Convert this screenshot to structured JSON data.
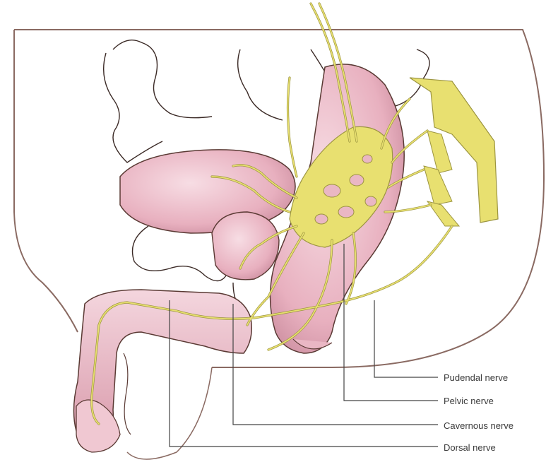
{
  "labels": {
    "pudendal": "Pudendal nerve",
    "pelvic": "Pelvic nerve",
    "cavernous": "Cavernous nerve",
    "dorsal": "Dorsal nerve"
  },
  "colors": {
    "nerve": "#e8e070",
    "nerve_stroke": "#9c9540",
    "organ": "#eab7c4",
    "organ_dark": "#c98a9c",
    "outline": "#5a3a34",
    "leader": "#444444"
  }
}
